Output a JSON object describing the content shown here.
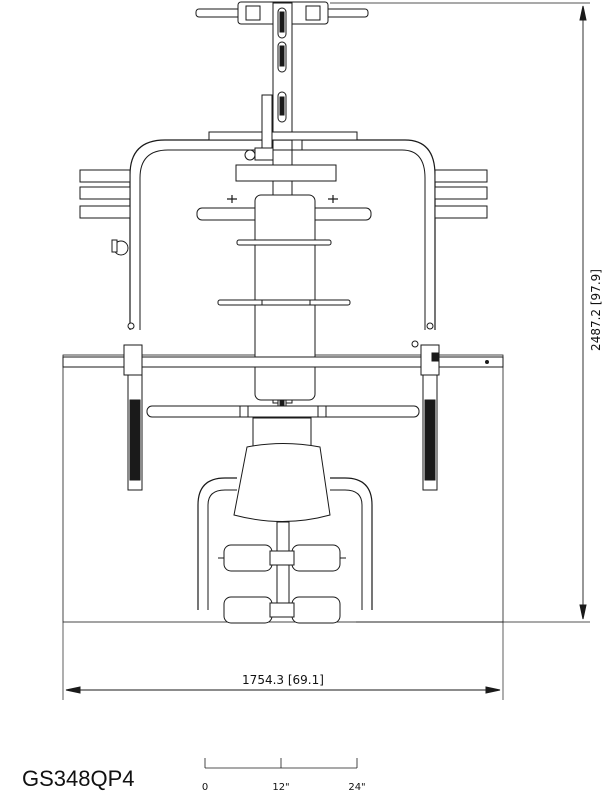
{
  "width_dimension_label": "1754.3 [69.1]",
  "height_dimension_label": "2487.2 [97.9]",
  "model_number": "GS348QP4",
  "scale_bar": {
    "ticks": [
      "0",
      "12\"",
      "24\""
    ]
  },
  "colors": {
    "line": "#1a1a1a",
    "fill_gray": "#d9d9d9",
    "pad_gray": "#cfcfcf",
    "dark": "#1a1a1a"
  }
}
